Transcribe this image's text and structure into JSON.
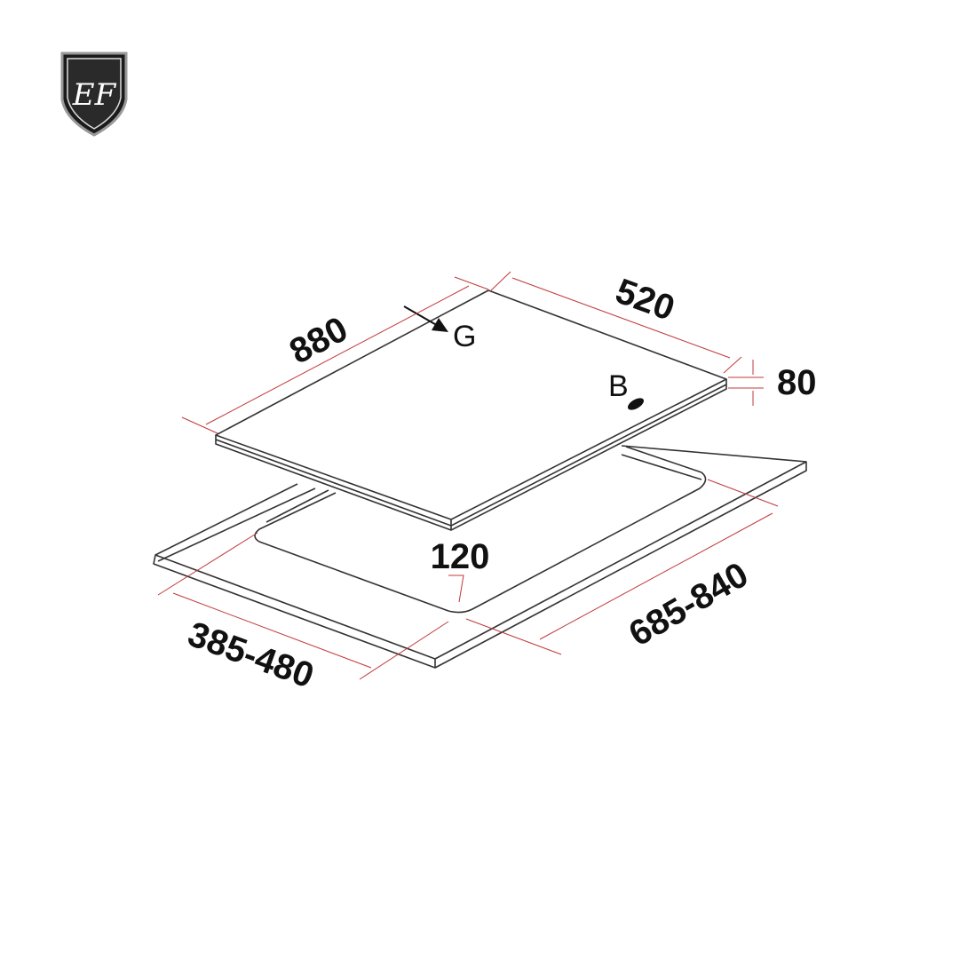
{
  "logo": {
    "text": "EF",
    "icon": "shield-logo-icon"
  },
  "diagram": {
    "labels": {
      "hob_length": "880",
      "hob_depth": "520",
      "hob_height": "80",
      "cutout_offset": "120",
      "cutout_width": "385-480",
      "cutout_length": "685-840",
      "gas_inlet": "G",
      "power_cable": "B"
    },
    "colors": {
      "outline": "#333333",
      "dimension": "#c0393b"
    }
  }
}
